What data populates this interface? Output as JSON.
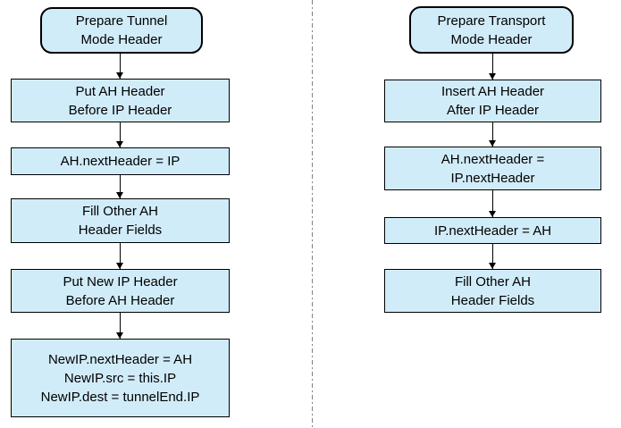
{
  "flowcharts": {
    "tunnel": {
      "nodes": [
        {
          "shape": "rounded",
          "lines": [
            "Prepare Tunnel",
            "Mode Header"
          ]
        },
        {
          "shape": "rect",
          "lines": [
            "Put AH Header",
            "Before IP Header"
          ]
        },
        {
          "shape": "rect",
          "lines": [
            "AH.nextHeader = IP"
          ]
        },
        {
          "shape": "rect",
          "lines": [
            "Fill Other AH",
            "Header Fields"
          ]
        },
        {
          "shape": "rect",
          "lines": [
            "Put New IP Header",
            "Before AH Header"
          ]
        },
        {
          "shape": "rect",
          "lines": [
            "NewIP.nextHeader = AH",
            "NewIP.src = this.IP",
            "NewIP.dest = tunnelEnd.IP"
          ]
        }
      ]
    },
    "transport": {
      "nodes": [
        {
          "shape": "rounded",
          "lines": [
            "Prepare Transport",
            "Mode Header"
          ]
        },
        {
          "shape": "rect",
          "lines": [
            "Insert AH Header",
            "After IP Header"
          ]
        },
        {
          "shape": "rect",
          "lines": [
            "AH.nextHeader =",
            "IP.nextHeader"
          ]
        },
        {
          "shape": "rect",
          "lines": [
            "IP.nextHeader = AH"
          ]
        },
        {
          "shape": "rect",
          "lines": [
            "Fill Other AH",
            "Header Fields"
          ]
        }
      ]
    }
  },
  "colors": {
    "node_fill": "#D1ECF9",
    "node_border": "#000000",
    "arrow": "#000000",
    "separator": "#808080"
  }
}
